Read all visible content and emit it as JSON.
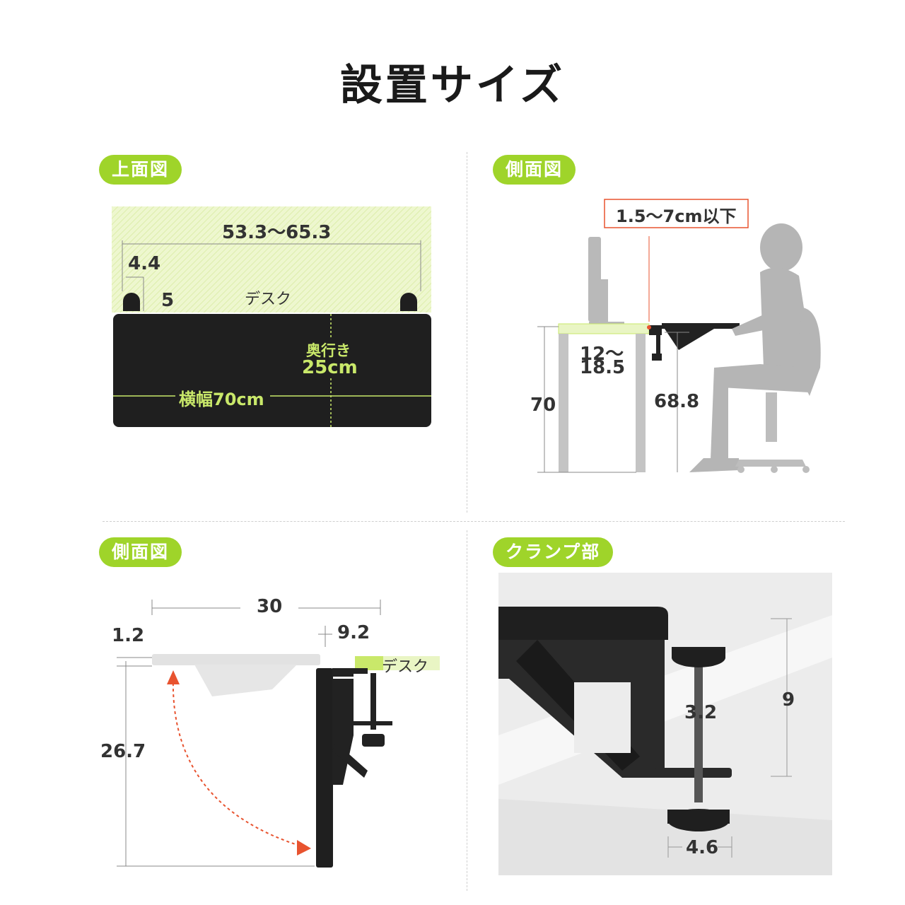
{
  "title": "設置サイズ",
  "colors": {
    "accent": "#9fd42a",
    "board": "#1f1f1f",
    "desk": "#e9f5c4",
    "arrow": "#e8532f",
    "silhouette": "#b5b5b5",
    "dim_text": "#333333"
  },
  "top_view": {
    "badge": "上面図",
    "width_range": "53.3〜65.3",
    "clamp_width": "4.4",
    "clamp_depth": "5",
    "desk_label": "デスク",
    "depth_label": "奥行き",
    "depth_value": "25cm",
    "width_label": "横幅70cm"
  },
  "side_view": {
    "badge": "側面図",
    "thickness_callout": "1.5〜7cm以下",
    "drop_range_top": "12〜",
    "drop_range_bottom": "18.5",
    "desk_height": "70",
    "tray_height": "68.8"
  },
  "side_view_2": {
    "badge": "側面図",
    "length": "30",
    "thickness": "1.2",
    "clamp_reach": "9.2",
    "desk_label": "デスク",
    "fold_height": "26.7"
  },
  "clamp_view": {
    "badge": "クランプ部",
    "opening": "3.2",
    "height": "9",
    "knob_width": "4.6"
  },
  "icons": [
    "monitor-icon",
    "person-silhouette-icon",
    "office-chair-icon",
    "clamp-icon",
    "fold-arrow-icon"
  ]
}
